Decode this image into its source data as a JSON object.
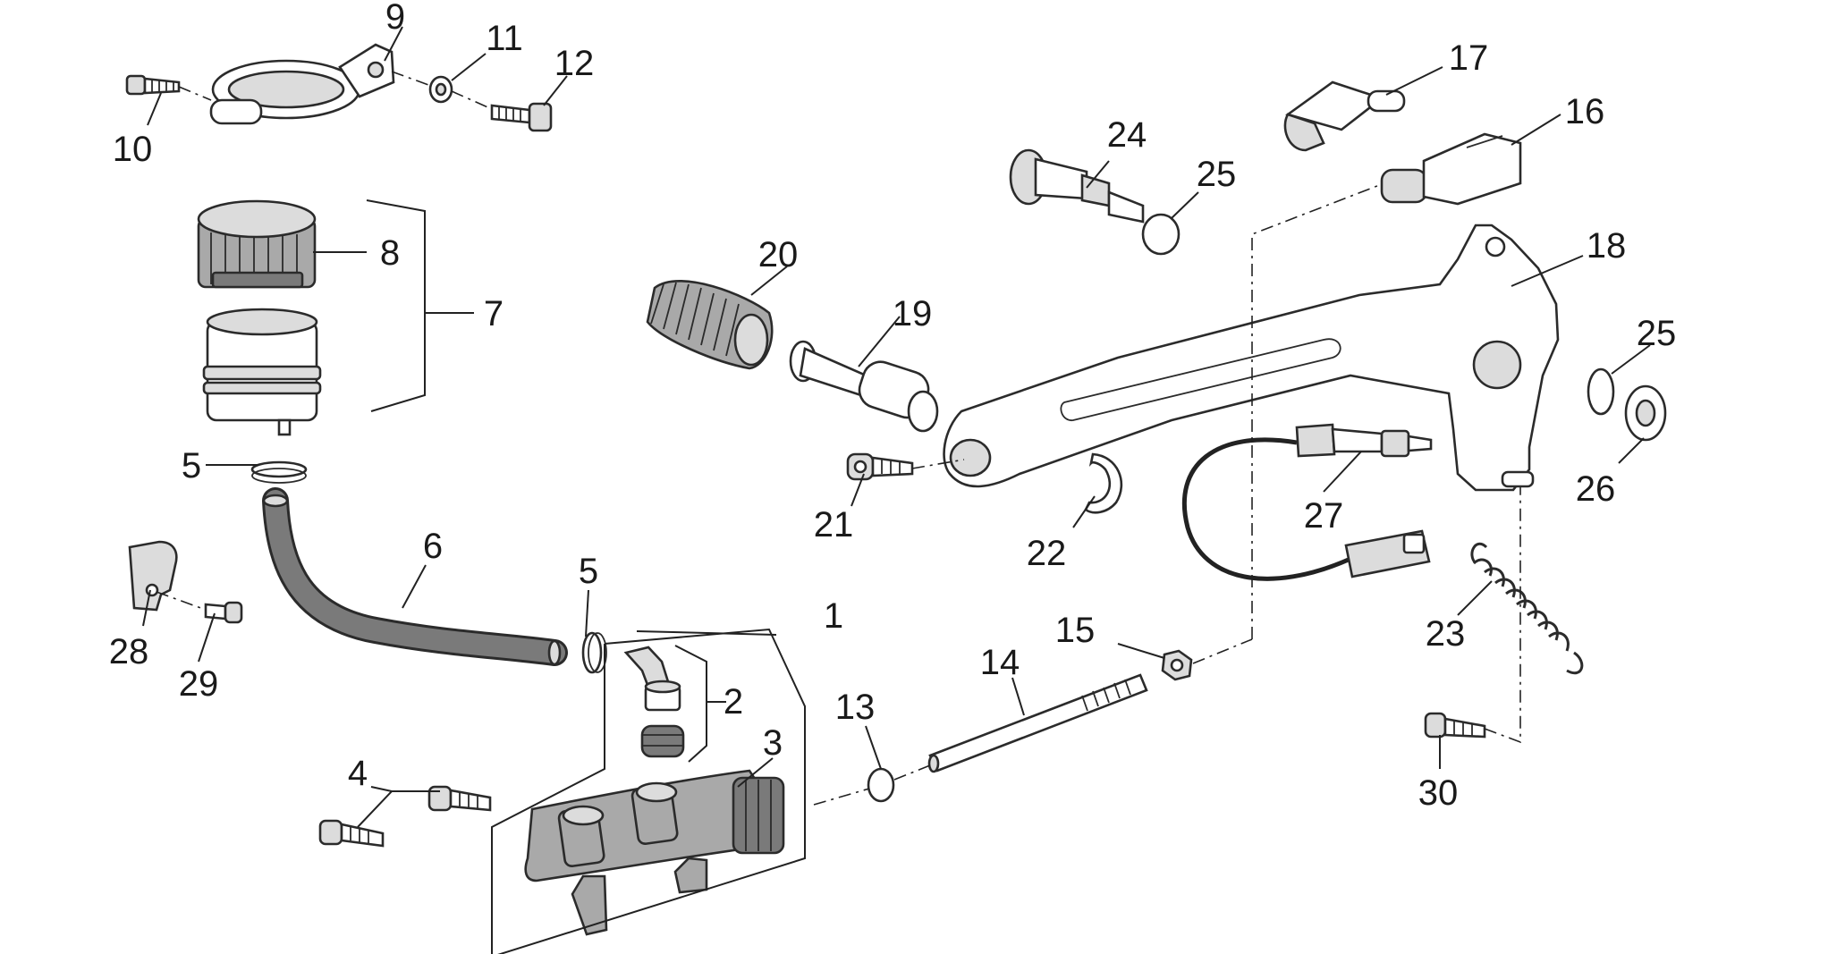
{
  "labels": {
    "l1": "1",
    "l2": "2",
    "l3": "3",
    "l4": "4",
    "l5a": "5",
    "l5b": "5",
    "l6": "6",
    "l7": "7",
    "l8": "8",
    "l9": "9",
    "l10": "10",
    "l11": "11",
    "l12": "12",
    "l13": "13",
    "l14": "14",
    "l15": "15",
    "l16": "16",
    "l17": "17",
    "l18": "18",
    "l19": "19",
    "l20": "20",
    "l21": "21",
    "l22": "22",
    "l23": "23",
    "l24": "24",
    "l25a": "25",
    "l25b": "25",
    "l26": "26",
    "l27": "27",
    "l28": "28",
    "l29": "29",
    "l30": "30"
  },
  "colors": {
    "line": "#222222",
    "part_fill": "#ffffff",
    "part_light": "#dcdcdc",
    "part_mid": "#a9a9a9",
    "part_dark": "#7a7a7a"
  }
}
